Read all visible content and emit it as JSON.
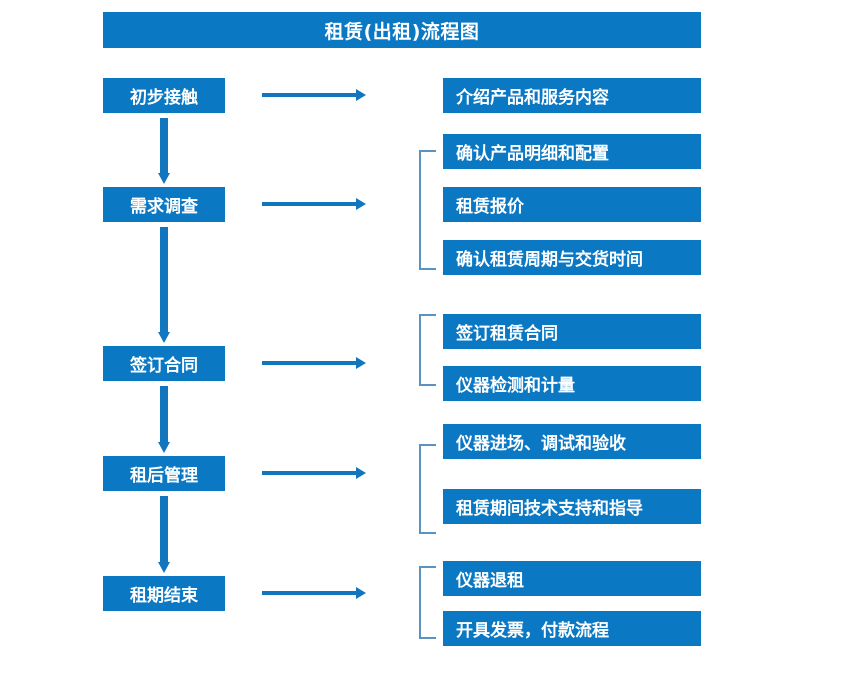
{
  "header": {
    "title": "租赁(出租)流程图"
  },
  "colors": {
    "box_fill": "#0b78c4",
    "box_text": "#ffffff",
    "arrow": "#1276be",
    "bracket": "#5b92c4",
    "background": "#ffffff"
  },
  "stages": [
    {
      "label": "初步接触"
    },
    {
      "label": "需求调查"
    },
    {
      "label": "签订合同"
    },
    {
      "label": "租后管理"
    },
    {
      "label": "租期结束"
    }
  ],
  "details": [
    {
      "label": "介绍产品和服务内容"
    },
    {
      "label": "确认产品明细和配置"
    },
    {
      "label": "租赁报价"
    },
    {
      "label": "确认租赁周期与交货时间"
    },
    {
      "label": "签订租赁合同"
    },
    {
      "label": "仪器检测和计量"
    },
    {
      "label": "仪器进场、调试和验收"
    },
    {
      "label": "租赁期间技术支持和指导"
    },
    {
      "label": "仪器退租"
    },
    {
      "label": "开具发票，付款流程"
    }
  ],
  "connectors": {
    "stage_to_detail": [
      {
        "name": "arrow-初步接触-to-details"
      },
      {
        "name": "arrow-需求调查-to-details"
      },
      {
        "name": "arrow-签订合同-to-details"
      },
      {
        "name": "arrow-租后管理-to-details"
      },
      {
        "name": "arrow-租期结束-to-details"
      }
    ],
    "stage_to_stage": [
      {
        "name": "arrow-初步接触-to-需求调查"
      },
      {
        "name": "arrow-需求调查-to-签订合同"
      },
      {
        "name": "arrow-签订合同-to-租后管理"
      },
      {
        "name": "arrow-租后管理-to-租期结束"
      }
    ],
    "brackets": [
      {
        "name": "bracket-group-需求调查"
      },
      {
        "name": "bracket-group-签订合同"
      },
      {
        "name": "bracket-group-租后管理"
      },
      {
        "name": "bracket-group-租期结束"
      }
    ]
  }
}
